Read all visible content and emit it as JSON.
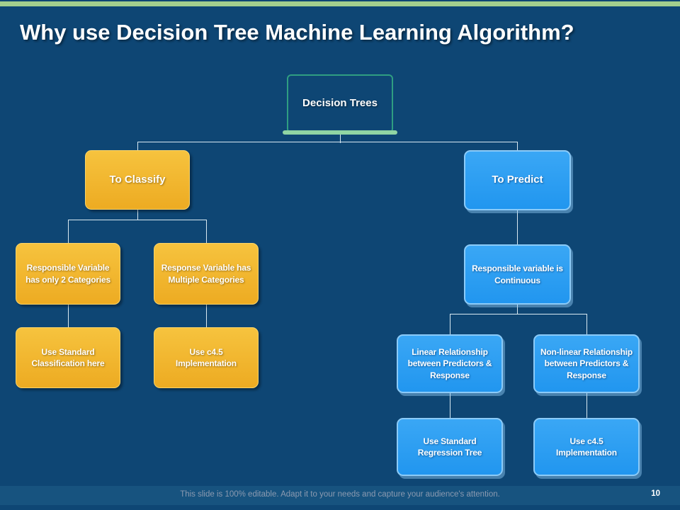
{
  "slide": {
    "title": "Why use Decision Tree Machine Learning Algorithm?",
    "footer_note": "This slide is 100% editable. Adapt it to your needs and capture your audience's attention.",
    "page_number": "10"
  },
  "colors": {
    "background": "#0E4674",
    "top_bar_green": "#A3CF8E",
    "root_border_teal": "#2F9E81",
    "root_accent_mint": "#90D5A4",
    "node_yellow": "#EFB42B",
    "node_blue": "#2E9FF2",
    "connector": "#D9E9F2",
    "footer_band": "#17537F"
  },
  "tree": {
    "root": {
      "label": "Decision Trees"
    },
    "classify_branch": {
      "label": "To Classify",
      "children": [
        {
          "label": "Responsible Variable has only 2 Categories",
          "child": {
            "label": "Use Standard Classification here"
          }
        },
        {
          "label": "Response Variable has Multiple Categories",
          "child": {
            "label": "Use c4.5 Implementation"
          }
        }
      ]
    },
    "predict_branch": {
      "label": "To Predict",
      "child": {
        "label": "Responsible variable is Continuous",
        "children": [
          {
            "label": "Linear Relationship between Predictors & Response",
            "child": {
              "label": "Use Standard Regression Tree"
            }
          },
          {
            "label": "Non-linear Relationship between Predictors & Response",
            "child": {
              "label": "Use c4.5 Implementation"
            }
          }
        ]
      }
    }
  }
}
